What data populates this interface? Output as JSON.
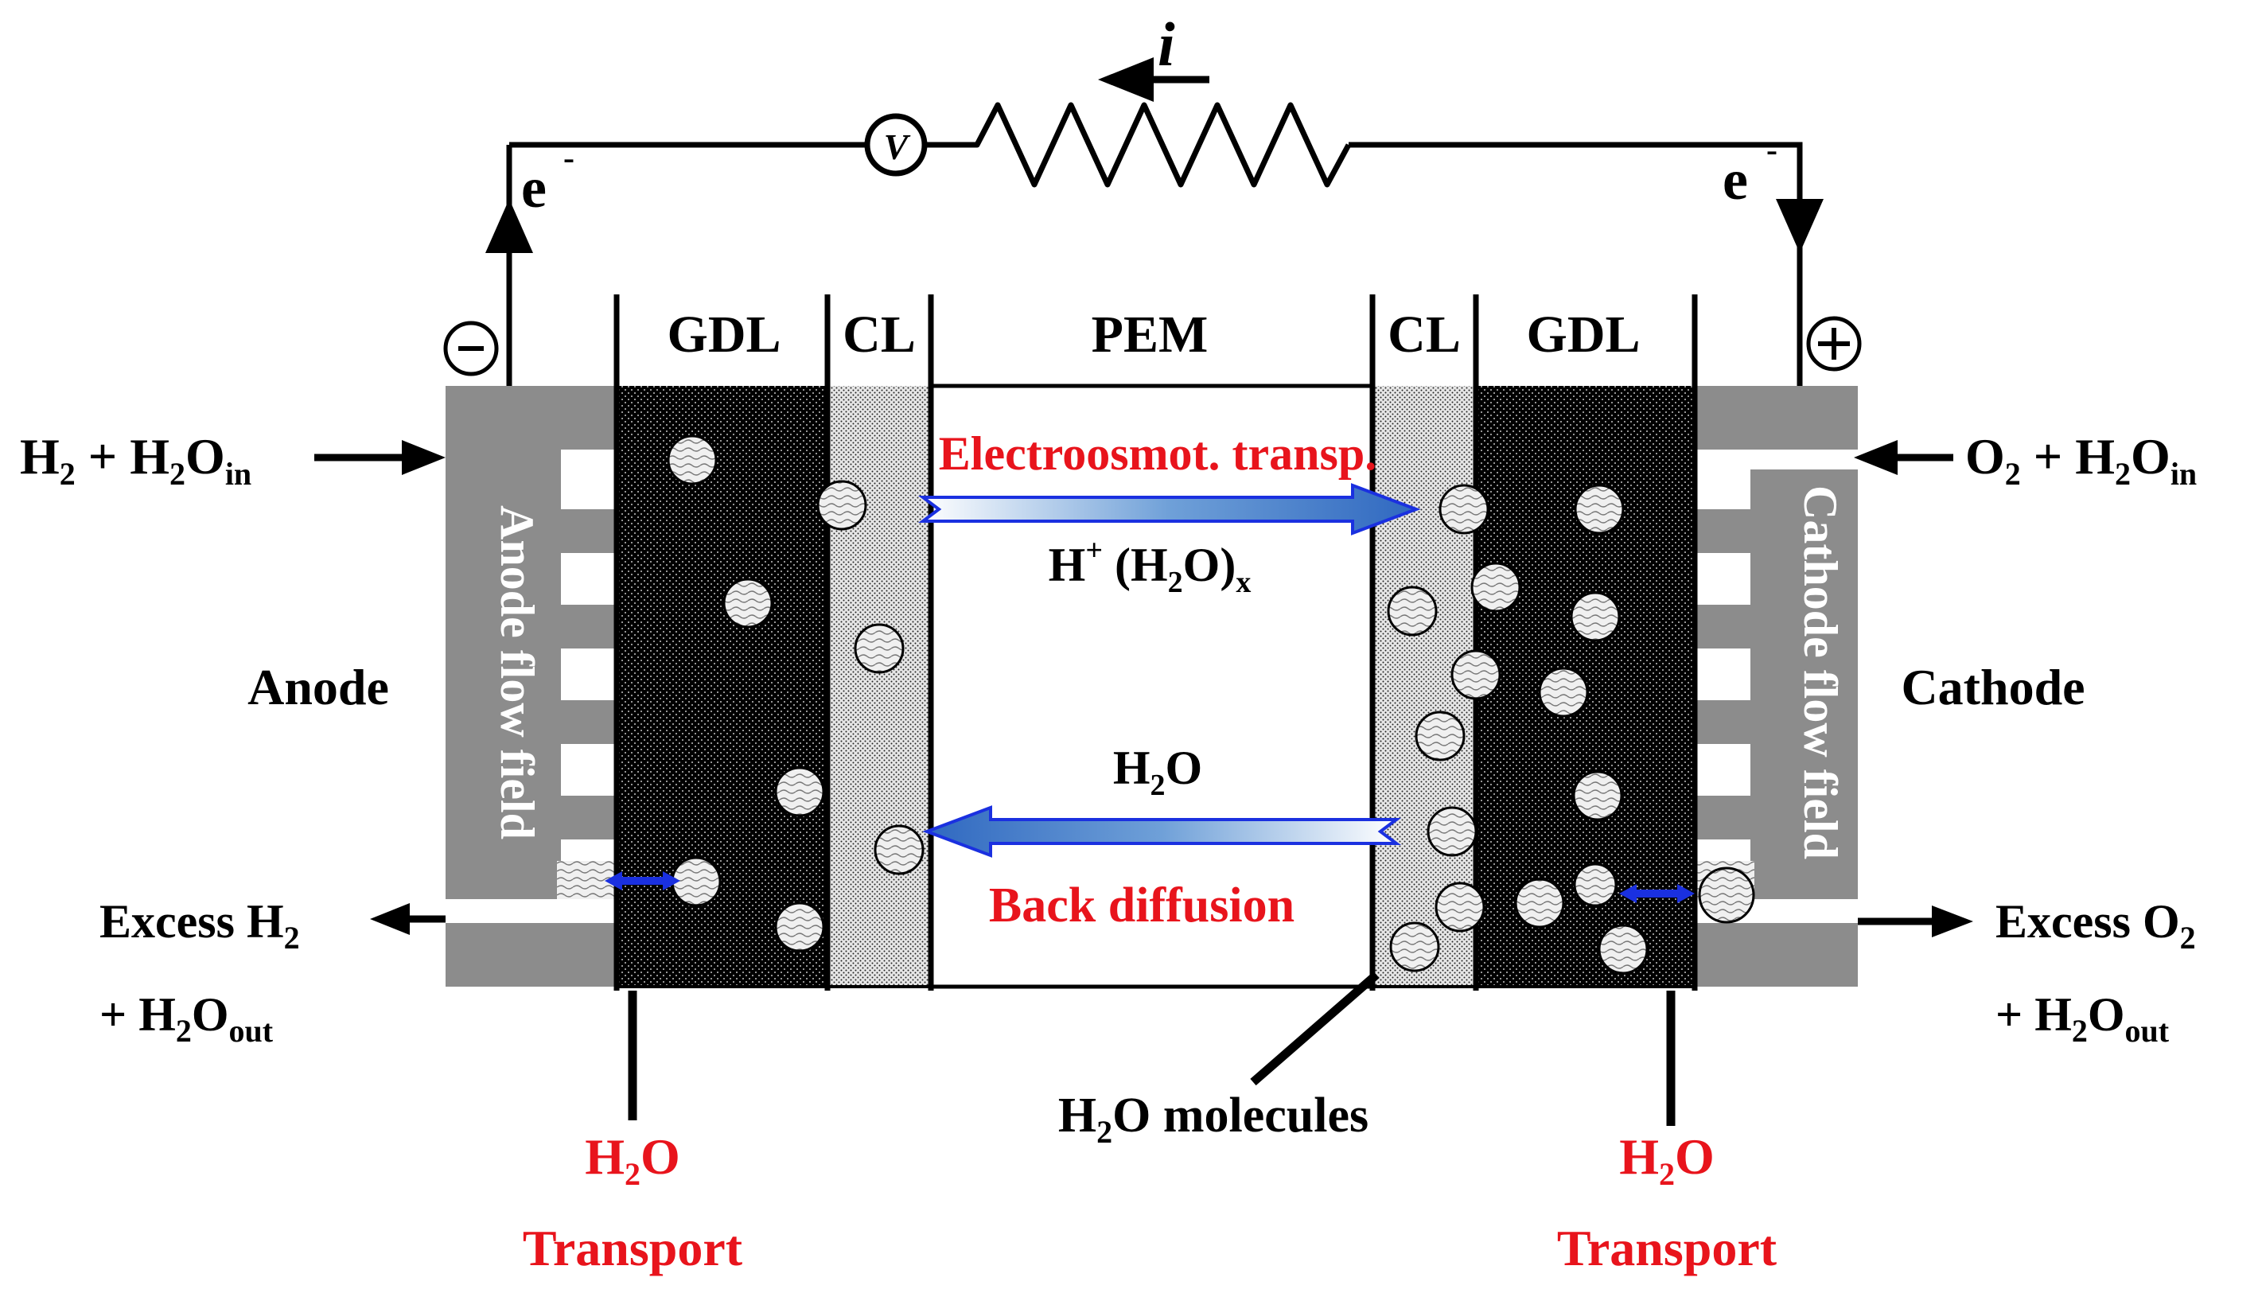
{
  "circuit": {
    "current_label": "i",
    "voltmeter_label": "V",
    "electron_left": "e",
    "electron_right": "e",
    "electron_sup": "-",
    "anode_terminal": "-",
    "cathode_terminal": "+"
  },
  "layers": {
    "gdl_left": "GDL",
    "cl_left": "CL",
    "pem": "PEM",
    "cl_right": "CL",
    "gdl_right": "GDL"
  },
  "flow_fields": {
    "anode": "Anode flow field",
    "cathode": "Cathode flow field"
  },
  "electrodes": {
    "anode": "Anode",
    "cathode": "Cathode"
  },
  "inlets": {
    "anode": {
      "a": "H",
      "a_sub": "2",
      "b": " + H",
      "b_sub": "2",
      "c": "O",
      "c_sub": "in"
    },
    "cathode": {
      "a": "O",
      "a_sub": "2",
      "b": " + H",
      "b_sub": "2",
      "c": "O",
      "c_sub": "in"
    }
  },
  "outlets": {
    "anode": {
      "line1": "Excess H",
      "line1_sub": "2",
      "line2_a": "+ H",
      "line2_sub1": "2",
      "line2_b": "O",
      "line2_sub2": "out"
    },
    "cathode": {
      "line1": "Excess O",
      "line1_sub": "2",
      "line2_a": "+ H",
      "line2_sub1": "2",
      "line2_b": "O",
      "line2_sub2": "out"
    }
  },
  "processes": {
    "electroosmotic": "Electroosmot. transp.",
    "proton_a": "H",
    "proton_sup": "+",
    "proton_b": " (H",
    "proton_sub1": "2",
    "proton_c": "O)",
    "proton_sub2": "x",
    "water_a": "H",
    "water_sub": "2",
    "water_b": "O",
    "back_diffusion": "Back diffusion"
  },
  "annotations": {
    "molecules_a": "H",
    "molecules_sub": "2",
    "molecules_b": "O molecules",
    "transport_left_a": "H",
    "transport_left_sub": "2",
    "transport_left_b": "O",
    "transport_left_line2": "Transport",
    "transport_right_a": "H",
    "transport_right_sub": "2",
    "transport_right_b": "O",
    "transport_right_line2": "Transport"
  },
  "colors": {
    "flow_field": "#8c8c8c",
    "gdl": "#000000",
    "cl": "#d6d6d6",
    "arrow_blue": "#1a30e0",
    "arrow_fill": "#7aa8d8",
    "label_red": "#e8141c"
  }
}
